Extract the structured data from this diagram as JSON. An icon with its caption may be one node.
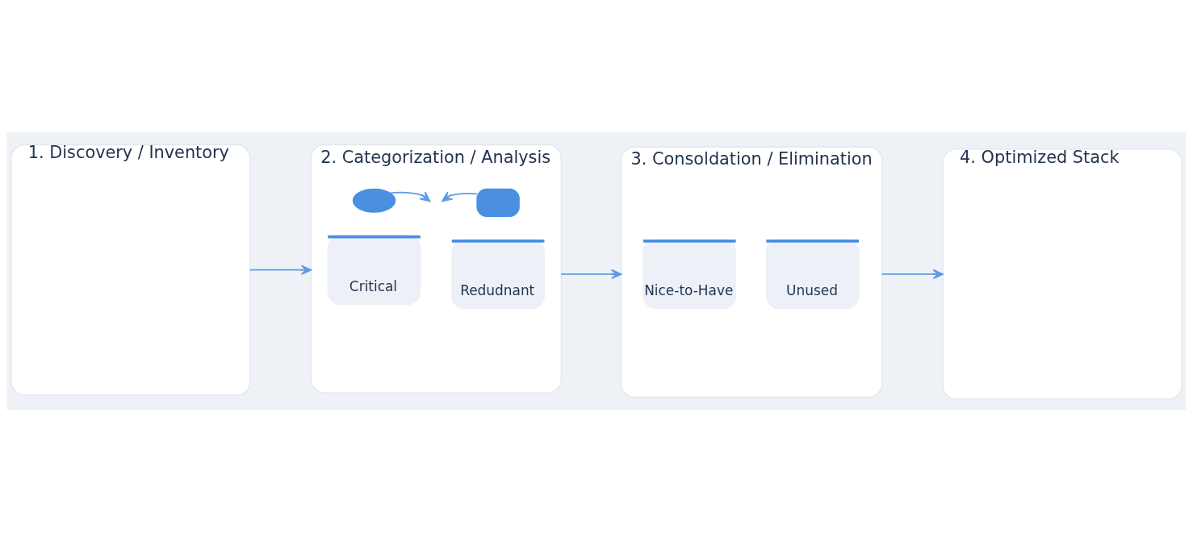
{
  "diagram": {
    "nodes": [
      {
        "text": [
          "1. Discovery / Inventory"
        ]
      },
      {
        "text": [
          "2. Categorization / Analysis"
        ]
      },
      {
        "text": [],
        "shape": "cloud",
        "in": 1
      },
      {
        "text": [],
        "shape": "box",
        "in": 1
      },
      {
        "text": [
          "Critical"
        ],
        "in": 1
      },
      {
        "text": [
          "Redudnant"
        ],
        "in": 1
      },
      {
        "text": [
          "3. Consoldation / Elimination"
        ]
      },
      {
        "text": [
          "Nice-to-Have"
        ],
        "in": 6
      },
      {
        "text": [
          "Unused"
        ],
        "in": 6
      },
      {
        "text": [
          "4. Optimized Stack"
        ]
      }
    ],
    "edges": [
      {
        "from": 0,
        "to": 1,
        "arrow": "to"
      },
      {
        "from": 1,
        "to": 6,
        "arrow": "to"
      },
      {
        "from": 6,
        "to": 9,
        "arrow": "to"
      },
      {
        "from": 2,
        "to": null,
        "arrow": "to"
      },
      {
        "from": 3,
        "to": null,
        "arrow": "to"
      }
    ]
  }
}
